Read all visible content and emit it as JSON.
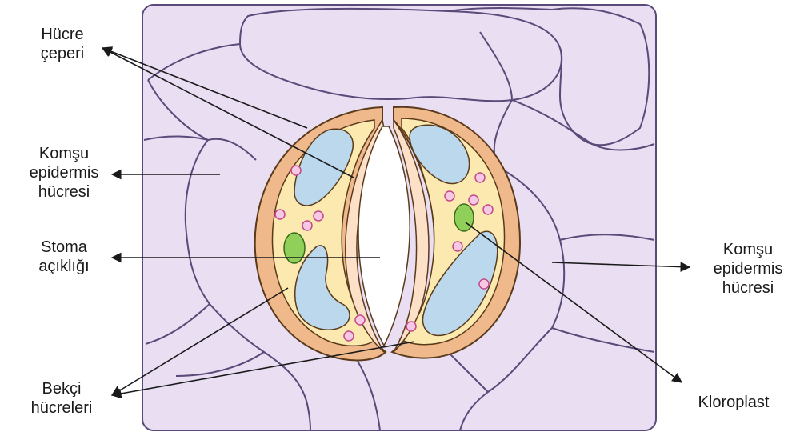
{
  "labels": {
    "cell_wall": [
      "Hücre",
      "çeperi"
    ],
    "neighbor_left": [
      "Komşu",
      "epidermis",
      "hücresi"
    ],
    "stoma_opening": [
      "Stoma",
      "açıklığı"
    ],
    "guard_cells": [
      "Bekçi",
      "hücreleri"
    ],
    "neighbor_right": [
      "Komşu",
      "epidermis",
      "hücresi"
    ],
    "chloroplast": [
      "Kloroplast"
    ]
  },
  "colors": {
    "tissue": "#e9def2",
    "cell_outline": "#5a4a7a",
    "guard_outer_wall": "#f0b98c",
    "guard_cytoplasm": "#fbe9b0",
    "inner_wall": "#fce0c8",
    "vacuole": "#bcd8ec",
    "chloroplast_pink": "#e8a8d0",
    "chloroplast_green": "#8fcf5a",
    "pore": "#ffffff",
    "arrow": "#1a1a1a"
  }
}
